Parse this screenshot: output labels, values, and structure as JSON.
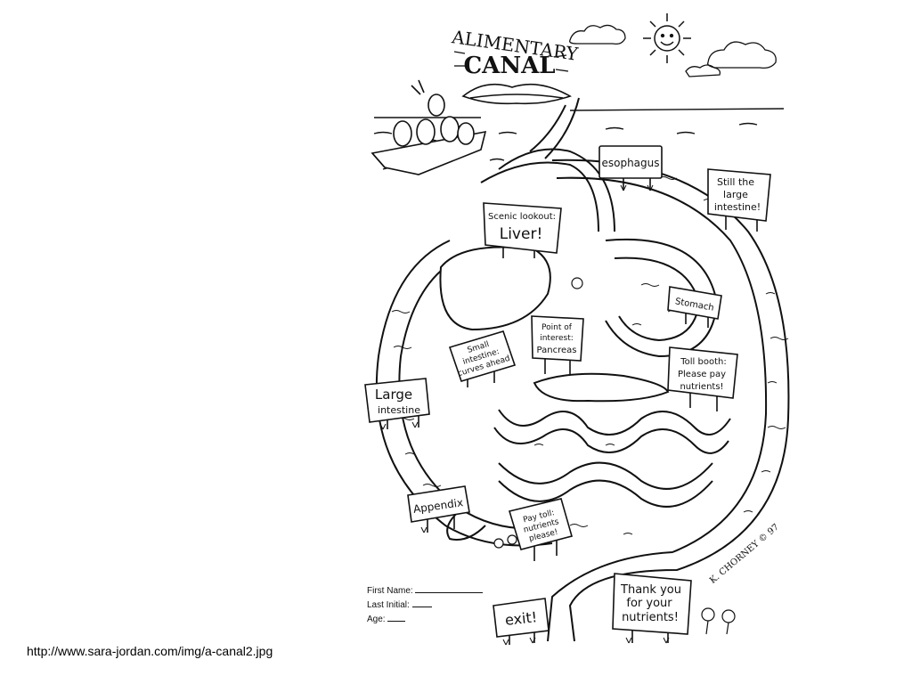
{
  "title": {
    "line1": "ALIMENTARY",
    "line2": "CANAL"
  },
  "signs": {
    "esophagus": "esophagus",
    "still_large_1": "Still the",
    "still_large_2": "large",
    "still_large_3": "intestine!",
    "liver_1": "Scenic lookout:",
    "liver_2": "Liver!",
    "stomach": "Stomach",
    "pancreas_1": "Point of",
    "pancreas_2": "interest:",
    "pancreas_3": "Pancreas",
    "small_1": "Small",
    "small_2": "intestine:",
    "small_3": "curves ahead",
    "large_1": "Large",
    "large_2": "intestine",
    "tollbooth_1": "Toll booth:",
    "tollbooth_2": "Please pay",
    "tollbooth_3": "nutrients!",
    "appendix": "Appendix",
    "paytoll_1": "Pay toll:",
    "paytoll_2": "nutrients",
    "paytoll_3": "please!",
    "exit": "exit!",
    "thanks_1": "Thank you",
    "thanks_2": "for your",
    "thanks_3": "nutrients!"
  },
  "signature": "K. CHORNEY © 97",
  "form": {
    "first_name": "First Name:",
    "last_initial": "Last Initial:",
    "age": "Age:"
  },
  "source_url": "http://www.sara-jordan.com/img/a-canal2.jpg"
}
